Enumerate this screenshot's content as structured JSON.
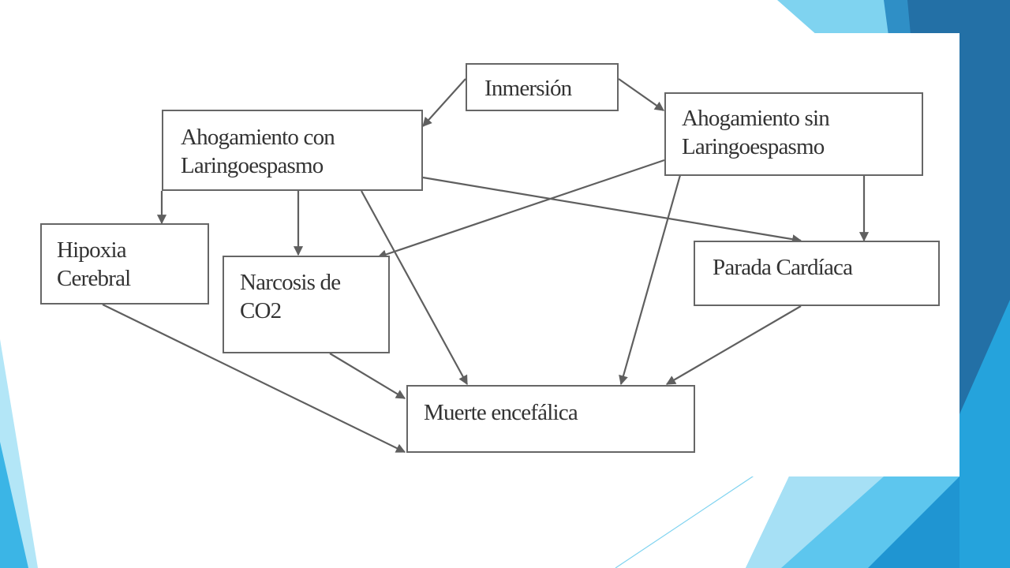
{
  "colors": {
    "background": "#ffffff",
    "box_border": "#666666",
    "arrow": "#5f5f5f",
    "text": "#333333",
    "accent_light": "#7fd3f0",
    "accent_mid": "#29a6dc",
    "accent_dark": "#2370a6"
  },
  "diagram": {
    "nodes": {
      "inmersion": "Inmersión",
      "ahogamiento_con": "Ahogamiento con\nLaringoespasmo",
      "ahogamiento_sin": "Ahogamiento sin\nLaringoespasmo",
      "hipoxia": "Hipoxia\nCerebral",
      "narcosis": "Narcosis  de\nCO2",
      "parada": "Parada Cardíaca",
      "muerte": "Muerte encefálica"
    },
    "edges": [
      [
        "inmersion",
        "ahogamiento_con"
      ],
      [
        "inmersion",
        "ahogamiento_sin"
      ],
      [
        "ahogamiento_con",
        "hipoxia"
      ],
      [
        "ahogamiento_con",
        "narcosis"
      ],
      [
        "ahogamiento_con",
        "muerte"
      ],
      [
        "ahogamiento_con",
        "parada"
      ],
      [
        "ahogamiento_sin",
        "narcosis"
      ],
      [
        "ahogamiento_sin",
        "muerte"
      ],
      [
        "ahogamiento_sin",
        "parada"
      ],
      [
        "hipoxia",
        "muerte"
      ],
      [
        "narcosis",
        "muerte"
      ],
      [
        "parada",
        "muerte"
      ]
    ]
  }
}
